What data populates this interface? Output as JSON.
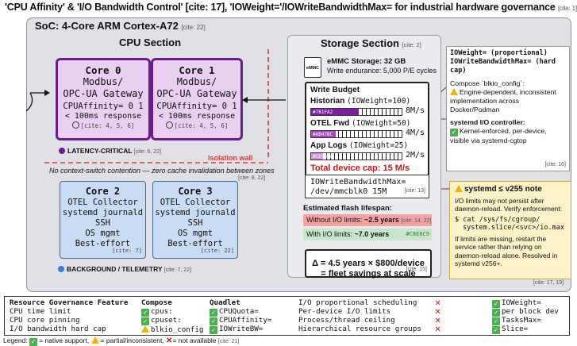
{
  "title": {
    "text": "'CPU Affinity' & 'I/O Bandwidth Control' [cite: 17], 'IOWeight='/IOWriteBandwidthMax= for industrial hardware governance",
    "cite": "[cite: 1]"
  },
  "soc": {
    "title": "SoC: 4-Core ARM Cortex-A72",
    "cite": "[cite: 22]"
  },
  "cpu": {
    "title": "CPU Section",
    "cores_rt": [
      {
        "name": "Core 0",
        "role1": "Modbus/",
        "role2": "OPC-UA Gateway",
        "affinity": "CPUAffinity= 0 1",
        "response": "< 100ms response",
        "cites": "[cite: 4, 5, 6]"
      },
      {
        "name": "Core 1",
        "role1": "Modbus/",
        "role2": "OPC-UA Gateway",
        "affinity": "CPUAffinity= 0 1",
        "response": "< 100ms response",
        "cites": "[cite: 4, 5, 6]"
      }
    ],
    "latency_label": "LATENCY-CRITICAL",
    "latency_cite": "[cite: 6, 22]",
    "isolation_label": "Isolation wall",
    "contention_text": "No context-switch contention — zero cache invalidation between zones",
    "contention_cite": "[cite: 8, 22]",
    "cores_bg": [
      {
        "name": "Core 2",
        "l1": "OTEL Collector",
        "l2": "systemd journald",
        "l3": "SSH",
        "l4": "OS mgmt",
        "l5": "Best-effort",
        "cite": "[cite: 7]"
      },
      {
        "name": "Core 3",
        "l1": "OTEL Collector",
        "l2": "systemd journald",
        "l3": "SSH",
        "l4": "OS mgmt",
        "l5": "Best-effort",
        "cite": "[cite: 22]"
      }
    ],
    "background_label": "BACKGROUND / TELEMETRY",
    "background_cite": "[cite: 7, 22]",
    "colors": {
      "latency": "#6a1b8f",
      "background": "#3a7bd5",
      "isolation": "#e53935"
    }
  },
  "storage": {
    "title": "Storage Section",
    "cite": "[cite: 2]",
    "emmc_icon": "eMMC",
    "emmc_capacity": "eMMC Storage: 32 GB",
    "emmc_endurance": "Write endurance: 5,000 P/E cycles",
    "budget_title": "Write Budget",
    "budget": [
      {
        "name": "Historian",
        "weight": "(IOWeight=100)",
        "color": "#7B1FA2",
        "rate": "8M/s",
        "fraction": 0.53
      },
      {
        "name": "OTEL Fwd",
        "weight": "(IOWeight=50)",
        "color": "#AB47BC",
        "rate": "4M/s",
        "fraction": 0.27
      },
      {
        "name": "App Logs",
        "weight": "(IOWeight=25)",
        "color": "#CE93D8",
        "rate": "2M/s",
        "fraction": 0.13
      }
    ],
    "total_cap": "Total device cap: 15 M/s",
    "bw_line1": "IOWriteBandwidthMax=",
    "bw_line2": "/dev/mmcblk0 15M",
    "bw_cite": "[cite: 13]",
    "flash_title": "Estimated flash lifespan:",
    "without_label": "Without I/O limits:",
    "without_value": "~2.5 years",
    "without_cite": "[cite: 14, 22]",
    "with_label": "With I/O limits:",
    "with_value": "~7.0 years",
    "with_color": "#C8E6C9",
    "without_color": "#F4A3A3",
    "delta_line1": "Δ = 4.5 years × $800/device",
    "delta_line2": "= fleet savings at scale",
    "delta_cite": "[cite: 15]"
  },
  "callout_io": {
    "line1": "IOWeight= (proportional)",
    "line2": "IOWriteBandwidthMax= (hard cap)",
    "compose_intro": "Compose `blkio_config`:",
    "compose_text": "Engine-dependent, inconsistent implementation across Docker/Podman",
    "systemd_intro": "systemd I/O controller:",
    "systemd_text": "Kernel-enforced, per-device, visible via systemd-cgtop",
    "cite": "[cite: 16]"
  },
  "callout_note": {
    "title": "systemd ≤ v255 note",
    "p1": "I/O limits may not persist after daemon-reload. Verify enforcement:",
    "cmd1": "$ cat /sys/fs/cgroup/",
    "cmd2": "system.slice/<svc>/io.max",
    "p2": "If limits are missing, restart the service rather than relying on daemon-reload alone. Resolved in systemd v256+.",
    "cite": "[cite: 17, 19]"
  },
  "table": {
    "headers": {
      "feature": "Resource Governance Feature",
      "compose": "Compose",
      "quadlet": "Quadlet"
    },
    "left_rows": [
      {
        "feature": "CPU time limit",
        "compose": "cpus:",
        "compose_status": "ok",
        "quadlet": "CPUQuota=",
        "quadlet_status": "ok"
      },
      {
        "feature": "CPU core pinning",
        "compose": "cpuset:",
        "compose_status": "ok",
        "quadlet": "CPUAffinity=",
        "quadlet_status": "ok"
      },
      {
        "feature": "I/O bandwidth hard cap",
        "compose": "blkio_config",
        "compose_status": "partial",
        "quadlet": "IOWriteBW=",
        "quadlet_status": "ok"
      }
    ],
    "right_rows": [
      {
        "feature": "I/O proportional scheduling",
        "compose_status": "none",
        "quadlet": "IOWeight=",
        "quadlet_status": "ok"
      },
      {
        "feature": "Per-device I/O limits",
        "compose_status": "none",
        "quadlet": "per block dev",
        "quadlet_status": "ok"
      },
      {
        "feature": "Process/thread ceiling",
        "compose_status": "none",
        "quadlet": "TasksMax=",
        "quadlet_status": "ok"
      },
      {
        "feature": "Hierarchical resource groups",
        "compose_status": "none",
        "quadlet": "Slice=",
        "quadlet_status": "ok"
      }
    ]
  },
  "legend": {
    "prefix": "Legend:",
    "native": "= native support,",
    "partial": "= partial/inconsistent,",
    "none": "= not available",
    "cite": "[cite: 21]"
  }
}
